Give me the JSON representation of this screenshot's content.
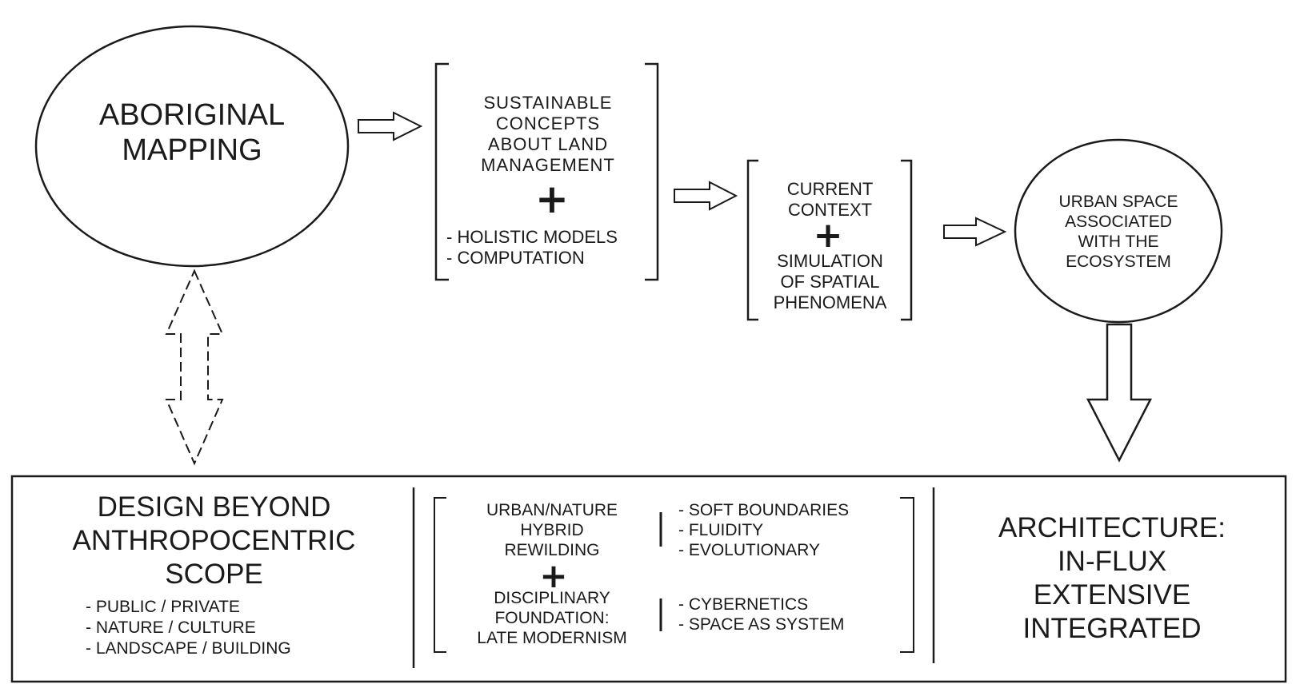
{
  "circle_main": [
    "ABORIGINAL",
    "MAPPING"
  ],
  "box_concepts": {
    "lines": [
      "SUSTAINABLE",
      "CONCEPTS",
      "ABOUT LAND",
      "MANAGEMENT"
    ],
    "plus": "+",
    "items": [
      "- HOLISTIC MODELS",
      "- COMPUTATION"
    ]
  },
  "box_context": {
    "top": [
      "CURRENT",
      "CONTEXT"
    ],
    "plus": "+",
    "bottom": [
      "SIMULATION",
      "OF SPATIAL",
      "PHENOMENA"
    ]
  },
  "circle_urban": [
    "URBAN SPACE",
    "ASSOCIATED",
    "WITH THE",
    "ECOSYSTEM"
  ],
  "bottom_left": {
    "title": [
      "DESIGN BEYOND",
      "ANTHROPOCENTRIC",
      "SCOPE"
    ],
    "items": [
      "- PUBLIC / PRIVATE",
      "- NATURE / CULTURE",
      "- LANDSCAPE / BUILDING"
    ]
  },
  "bottom_middle": {
    "upper_left": [
      "URBAN/NATURE",
      "HYBRID",
      "REWILDING"
    ],
    "plus": "+",
    "lower_left": [
      "DISCIPLINARY",
      "FOUNDATION:",
      "LATE MODERNISM"
    ],
    "upper_right": [
      "- SOFT BOUNDARIES",
      "- FLUIDITY",
      "- EVOLUTIONARY"
    ],
    "lower_right": [
      "- CYBERNETICS",
      "- SPACE AS SYSTEM"
    ]
  },
  "bottom_right": [
    "ARCHITECTURE:",
    "IN-FLUX",
    "EXTENSIVE",
    "INTEGRATED"
  ]
}
